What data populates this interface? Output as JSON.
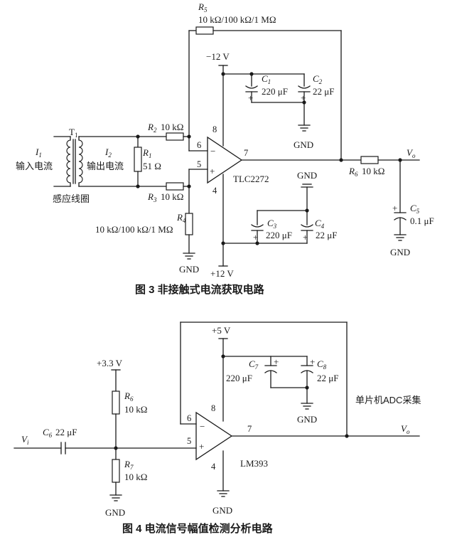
{
  "fig3": {
    "caption": "图 3    非接触式电流获取电路",
    "opamp": "TLC2272",
    "supply_neg": "−12 V",
    "supply_pos": "+12 V",
    "pin_inv": "6",
    "pin_noninv": "5",
    "pin_out": "7",
    "pin_top": "8",
    "pin_bottom": "4",
    "t1": {
      "name": "T",
      "sub": "1"
    },
    "i1": {
      "name": "I",
      "sub": "1",
      "label": "输入电流"
    },
    "i2": {
      "name": "I",
      "sub": "2",
      "label": "输出电流"
    },
    "coil_label": "感应线圈",
    "r1": {
      "name": "R",
      "sub": "1",
      "value": "51 Ω"
    },
    "r2": {
      "name": "R",
      "sub": "2",
      "value": "10 kΩ"
    },
    "r3": {
      "name": "R",
      "sub": "3",
      "value": "10 kΩ"
    },
    "r4": {
      "name": "R",
      "sub": "4",
      "value": "10 kΩ/100 kΩ/1 MΩ"
    },
    "r5": {
      "name": "R",
      "sub": "5",
      "value": "10 kΩ/100 kΩ/1 MΩ"
    },
    "r6": {
      "name": "R",
      "sub": "6",
      "value": "10 kΩ"
    },
    "c1": {
      "name": "C",
      "sub": "1",
      "value": "220 μF"
    },
    "c2": {
      "name": "C",
      "sub": "2",
      "value": "22 μF"
    },
    "c3": {
      "name": "C",
      "sub": "3",
      "value": "220 μF"
    },
    "c4": {
      "name": "C",
      "sub": "4",
      "value": "22 μF"
    },
    "c5": {
      "name": "C",
      "sub": "5",
      "value": "0.1 μF"
    },
    "gnd": "GND",
    "vo": {
      "name": "V",
      "sub": "o"
    }
  },
  "fig4": {
    "caption": "图 4    电流信号幅值检测分析电路",
    "comparator": "LM393",
    "supply_5v": "+5 V",
    "supply_33v": "+3.3 V",
    "pin_inv": "6",
    "pin_noninv": "5",
    "pin_out": "7",
    "pin_top": "8",
    "pin_bottom": "4",
    "r6": {
      "name": "R",
      "sub": "6",
      "value": "10 kΩ"
    },
    "r7": {
      "name": "R",
      "sub": "7",
      "value": "10 kΩ"
    },
    "c6": {
      "name": "C",
      "sub": "6",
      "value": "22 μF"
    },
    "c7": {
      "name": "C",
      "sub": "7",
      "value": "220 μF"
    },
    "c8": {
      "name": "C",
      "sub": "8",
      "value": "22 μF"
    },
    "gnd": "GND",
    "vi": {
      "name": "V",
      "sub": "i"
    },
    "vo": {
      "name": "V",
      "sub": "o"
    },
    "mcu_label": "单片机ADC采集"
  }
}
